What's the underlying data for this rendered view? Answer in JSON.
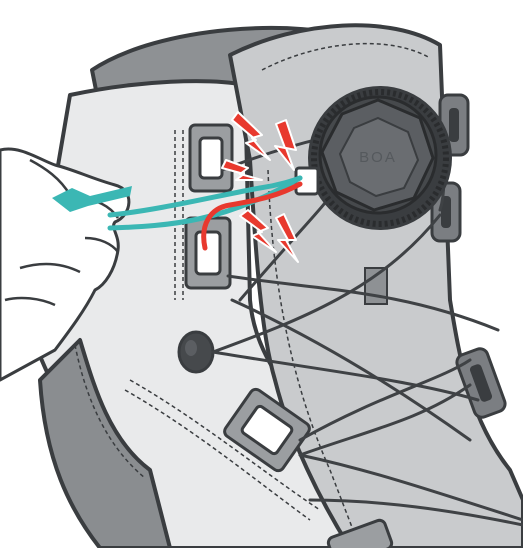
{
  "illustration": {
    "dial_brand_text": "BOA",
    "colors": {
      "outline": "#3a3d40",
      "boot_shell": "#e9eaeb",
      "tongue_panel": "#c9cbcd",
      "collar_lining": "#8e9194",
      "heel_pad": "#8a8d90",
      "dial_body": "#46494c",
      "dial_cap": "#5b5e62",
      "lace": "#3f4245",
      "lace_pulled": "#3bb7b4",
      "lace_tension": "#e8392e",
      "warning_bolts": "#e8392e",
      "arrow": "#3bb7b4",
      "hand_fill": "#ffffff"
    },
    "icons": [
      "boot",
      "boa-dial",
      "lace-guide",
      "hand",
      "pull-arrow",
      "lightning-warning"
    ]
  }
}
